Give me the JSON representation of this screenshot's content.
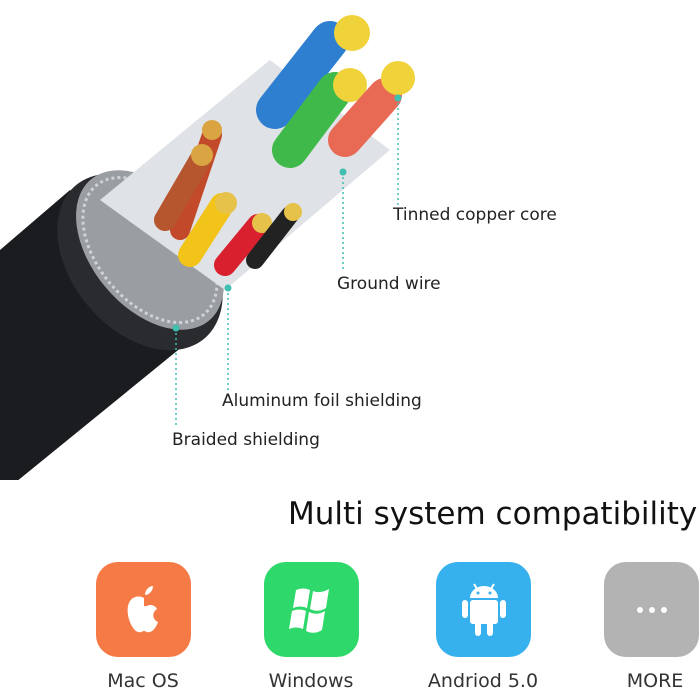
{
  "callouts": {
    "core": "Tinned copper core",
    "ground": "Ground wire",
    "foil": "Aluminum foil shielding",
    "braid": "Braided shielding"
  },
  "title": "Multi system compatibility",
  "systems": [
    {
      "label": "Mac OS",
      "icon": "apple-icon",
      "color": "#f57a45"
    },
    {
      "label": "Windows",
      "icon": "windows-icon",
      "color": "#2fd86a"
    },
    {
      "label": "Andriod 5.0",
      "icon": "android-icon",
      "color": "#37b1ee"
    },
    {
      "label": "MORE",
      "icon": "more-dots-icon",
      "color": "#b3b3b3"
    }
  ],
  "colors": {
    "callout_line": "#3fbfb0"
  }
}
